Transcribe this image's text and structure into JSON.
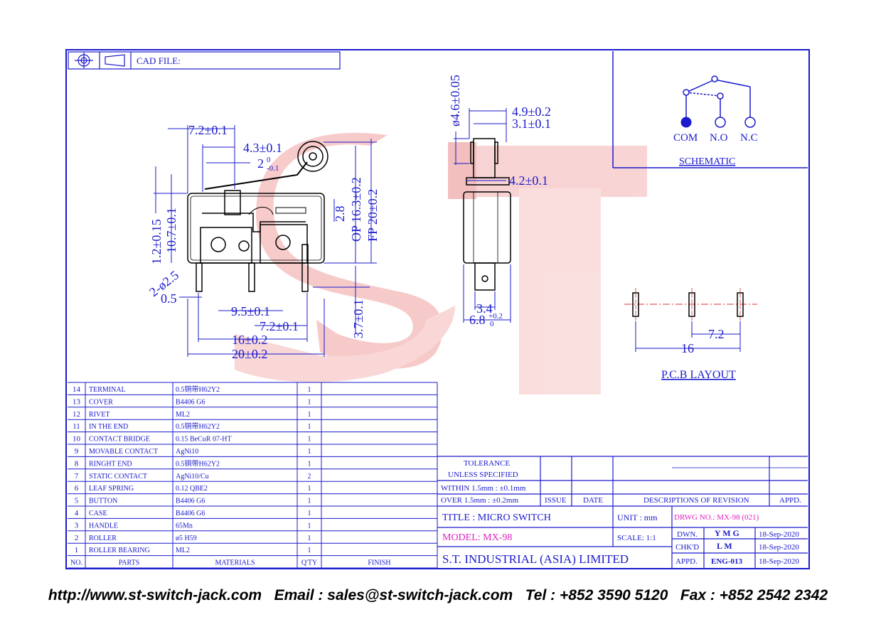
{
  "colors": {
    "line": "#1a1acc",
    "watermark": "#f08a8a",
    "magenta": "#e020c0",
    "com_dot": "#1a1acc"
  },
  "cad_file": "CAD FILE:",
  "watermark": {
    "s": "S",
    "t": "T"
  },
  "side_view": {
    "d1": "7.2±0.1",
    "d2": "4.3±0.1",
    "d3_base": "2",
    "d3_sup": "0",
    "d3_sub": "-0.1",
    "d4": "1.2±0.15",
    "d5": "10.7±0.1",
    "d6": "2-ø2.5",
    "d7": "0.5",
    "d8": "9.5±0.1",
    "d9": "7.2±0.1",
    "d10": "16±0.2",
    "d11": "20±0.2",
    "d12": "2.8",
    "d13": "OP 16.3±0.2",
    "d14": "FP 20±0.2",
    "d15": "3.7±0.1"
  },
  "front_view": {
    "d1": "ø4.6±0.05",
    "d2": "4.9±0.2",
    "d3": "3.1±0.1",
    "d4": "4.2±0.1",
    "d5": "3.4",
    "d6_base": "6.8",
    "d6_sup": "+0.2",
    "d6_sub": "0"
  },
  "schematic": {
    "com": "COM",
    "no": "N.O",
    "nc": "N.C",
    "title": "SCHEMATIC"
  },
  "pcb": {
    "d1": "7.2",
    "d2": "16",
    "title": "P.C.B LAYOUT"
  },
  "bom": {
    "rows": [
      {
        "no": "14",
        "part": "TERMINAL",
        "material": "0.5铜带H62Y2",
        "qty": "1"
      },
      {
        "no": "13",
        "part": "COVER",
        "material": "B4406  G6",
        "qty": "1"
      },
      {
        "no": "12",
        "part": "RIVET",
        "material": "ML2",
        "qty": "1"
      },
      {
        "no": "11",
        "part": "IN  THE  END",
        "material": "0.5铜带H62Y2",
        "qty": "1"
      },
      {
        "no": "10",
        "part": "CONTACT  BRIDGE",
        "material": "0.15  BeCuR  07-HT",
        "qty": "1"
      },
      {
        "no": "9",
        "part": "MOVABLE  CONTACT",
        "material": "AgNi10",
        "qty": "1"
      },
      {
        "no": "8",
        "part": "RINGHT  END",
        "material": "0.5铜带H62Y2",
        "qty": "1"
      },
      {
        "no": "7",
        "part": "STATIC  CONTACT",
        "material": "AgNi10/Cu",
        "qty": "2"
      },
      {
        "no": "6",
        "part": "LEAF  SPRING",
        "material": "0.12  QBE2",
        "qty": "1"
      },
      {
        "no": "5",
        "part": "BUTTON",
        "material": "B4406  G6",
        "qty": "1"
      },
      {
        "no": "4",
        "part": "CASE",
        "material": "B4406  G6",
        "qty": "1"
      },
      {
        "no": "3",
        "part": "HANDLE",
        "material": "65Mn",
        "qty": "1"
      },
      {
        "no": "2",
        "part": "ROLLER",
        "material": "ø5  H59",
        "qty": "1"
      },
      {
        "no": "1",
        "part": "ROLLER  BEARING",
        "material": "ML2",
        "qty": "1"
      }
    ],
    "headers": {
      "no": "NO.",
      "parts": "PARTS",
      "materials": "MATERIALS",
      "qty": "Q'TY",
      "finish": "FINISH"
    }
  },
  "title_block": {
    "tol1": "TOLERANCE",
    "tol2": "UNLESS   SPECIFIED",
    "tol3": "WITHIN  1.5mm : ±0.1mm",
    "tol4": "OVER    1.5mm : ±0.2mm",
    "issue": "ISSUE",
    "date": "DATE",
    "desc": "DESCRIPTIONS  OF  REVISION",
    "appd": "APPD.",
    "title": "TITLE : MICRO SWITCH",
    "unit": "UNIT :   mm",
    "drwg": "DRWG NO.: MX-98 (021)",
    "model": "MODEL: MX-98",
    "scale": "SCALE:   1:1",
    "dwn": "DWN.",
    "dwn_v": "Y M G",
    "dwn_d": "18-Sep-2020",
    "chk": "CHK'D",
    "chk_v": "L M",
    "chk_d": "18-Sep-2020",
    "appd2": "APPD.",
    "appd_v": "ENG-013",
    "appd_d": "18-Sep-2020",
    "company": "S.T.  INDUSTRIAL  (ASIA)  LIMITED"
  },
  "footer": {
    "url": "http://www.st-switch-jack.com",
    "email": "Email : sales@st-switch-jack.com",
    "tel": "Tel : +852 3590 5120",
    "fax": "Fax : +852 2542 2342"
  }
}
